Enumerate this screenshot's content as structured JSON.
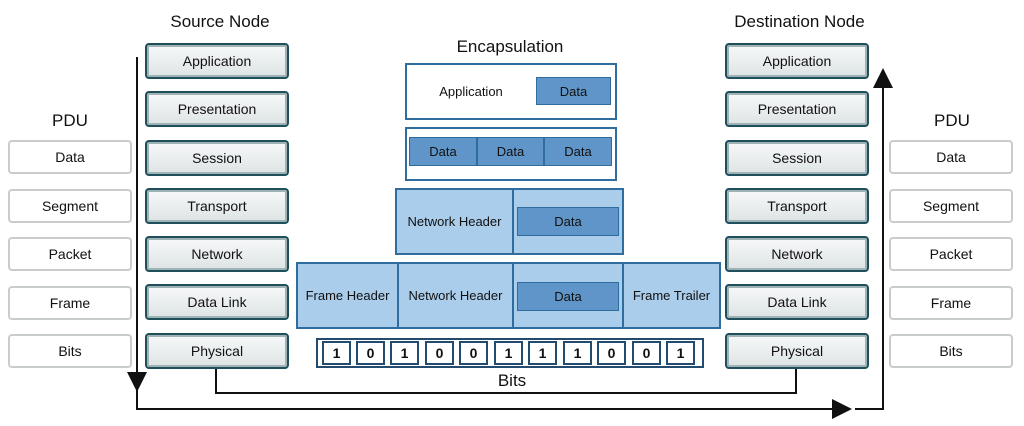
{
  "source_title": "Source Node",
  "destination_title": "Destination Node",
  "encapsulation_title": "Encapsulation",
  "pdu_title": "PDU",
  "layers": [
    "Application",
    "Presentation",
    "Session",
    "Transport",
    "Network",
    "Data Link",
    "Physical"
  ],
  "pdus": [
    "Data",
    "Segment",
    "Packet",
    "Frame",
    "Bits"
  ],
  "encap": {
    "app_label": "Application",
    "data_label": "Data",
    "network_header": "Network Header",
    "frame_header": "Frame Header",
    "frame_trailer": "Frame Trailer"
  },
  "bits": [
    "1",
    "0",
    "1",
    "0",
    "0",
    "1",
    "1",
    "1",
    "0",
    "0",
    "1"
  ],
  "bits_label": "Bits",
  "colors": {
    "light_blue": "#a9cdeb",
    "dark_blue": "#5f95c8",
    "border": "#2e6d9e",
    "arrow": "#111111"
  }
}
